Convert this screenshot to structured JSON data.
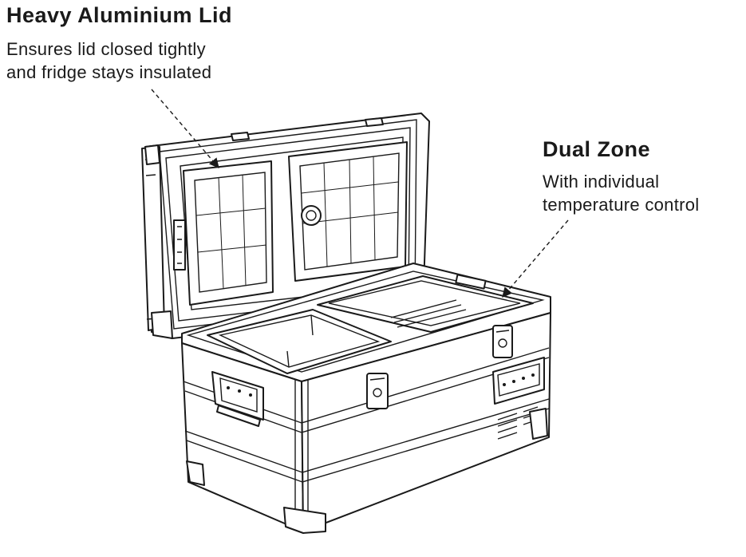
{
  "callouts": {
    "lid": {
      "title": "Heavy Aluminium Lid",
      "line1": "Ensures lid closed tightly",
      "line2": "and fridge stays insulated"
    },
    "dual_zone": {
      "title": "Dual Zone",
      "line1": "With individual",
      "line2": "temperature control"
    }
  },
  "colors": {
    "ink": "#1a1a1a",
    "background": "#ffffff"
  }
}
